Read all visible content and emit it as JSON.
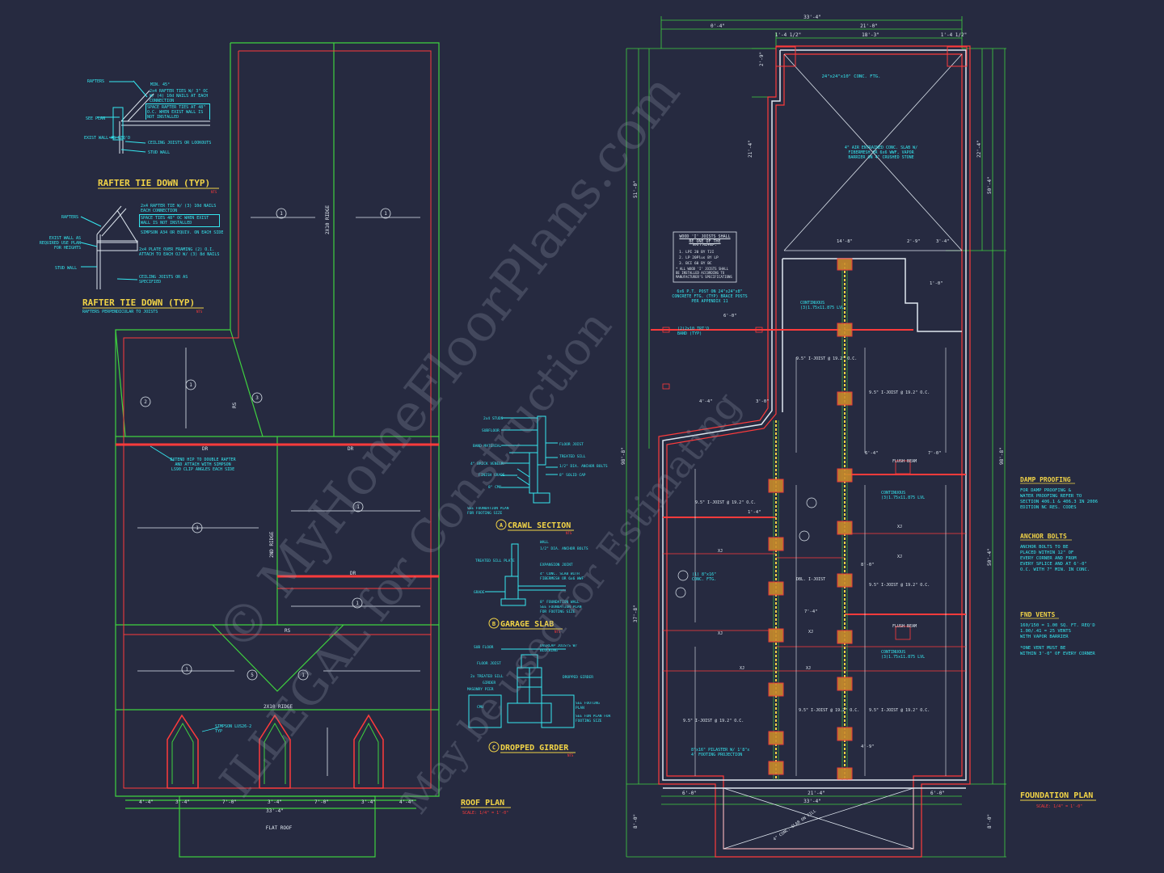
{
  "colors": {
    "background": "#262a40",
    "green": "#3fd23f",
    "red": "#ff3b3b",
    "cyan": "#35e8f0",
    "yellow": "#f2d447",
    "white": "#dfe7ef",
    "orange": "#f0a030"
  },
  "watermark": {
    "line1": "© MyHomeFloorPlans.com",
    "line2": "ILLEGAL for Construction",
    "line3": "May be used for Estimating"
  },
  "rafter_tie_1": {
    "title": "RAFTER TIE DOWN (TYP)",
    "scale": "NTS",
    "notes": [
      "RAFTERS",
      "SEE PLAN",
      "EXIST WALL AS REQ'D",
      "MIN. 45°",
      "2x4 RAFTER TIES W/ 3\" OC W/ (4) 10d NAILS AT EACH CONNECTION",
      "SPACE RAFTER TIES AT 48\" O.C. WHEN EXIST WALL IS NOT INSTALLED",
      "CEILING JOISTS OR LOOKOUTS",
      "STUD WALL"
    ]
  },
  "rafter_tie_2": {
    "title": "RAFTER TIE DOWN (TYP)",
    "subtitle": "RAFTERS PERPENDICULAR TO JOISTS",
    "scale": "NTS",
    "notes": [
      "RAFTERS",
      "EXIST WALL AS REQUIRED USE PLAN FOR HEIGHTS",
      "STUD WALL",
      "2x4 RAFTER TIE W/ (3) 10d NAILS EACH CONNECTION",
      "SPACE TIES 48\" OC WHEN EXIST WALL IS NOT INSTALLED",
      "SIMPSON A34 OR EQUIV. ON EACH SIDE",
      "2x4 PLATE OVER FRAMING (2) O.I. ATTACH TO EACH OJ W/ (3) 8d NAILS",
      "CEILING JOISTS OR AS SPECIFIED"
    ]
  },
  "roof_plan": {
    "title": "ROOF PLAN",
    "scale": "SCALE: 1/4\" = 1'-0\"",
    "ridge_labels": [
      "2X10 RIDGE",
      "2ND RIDGE",
      "2X10 RIDGE"
    ],
    "labels": [
      "DR",
      "DR",
      "DR",
      "RS",
      "RS"
    ],
    "hip_note": "EXTEND HIP TO DOUBLE RAFTER AND ATTACH WITH SIMPSON LS90 CLIP ANGLES EACH SIDE",
    "simpson_note": "SIMPSON LUS26-2 TYP",
    "dimensions": [
      "4'-4\"",
      "3'-4\"",
      "7'-0\"",
      "3'-4\"",
      "7'-0\"",
      "3'-4\"",
      "4'-4\""
    ],
    "overall_dim": "33'-4\"",
    "flat_roof": "FLAT ROOF",
    "callouts": [
      "1",
      "1",
      "1",
      "1",
      "1",
      "1",
      "1",
      "1",
      "2",
      "3",
      "5"
    ]
  },
  "crawl_section": {
    "title": "CRAWL SECTION",
    "marker": "A",
    "scale": "NTS",
    "notes": [
      "2x4 STUDS",
      "SUBFLOOR",
      "BAND MATERIAL",
      "FLOOR JOIST",
      "TREATED SILL",
      "1/2\" DIA. ANCHOR BOLTS",
      "4\" BRICK VENEER",
      "FINISH GRADE",
      "8\" SOLID CAP",
      "8\" CMU",
      "SEE FOUNDATION PLAN FOR FOOTING SIZE"
    ]
  },
  "garage_slab": {
    "title": "GARAGE SLAB",
    "marker": "B",
    "scale": "NTS",
    "notes": [
      "WALL",
      "1/2\" DIA. ANCHOR BOLTS",
      "TREATED SILL PLATE",
      "EXPANSION JOINT",
      "4\" CONC. SLAB WITH FIBERMESH OR 6x6 WWF",
      "GRADE",
      "8\" FOUNDATION WALL",
      "SEE FOUNDATION PLAN FOR FOOTING SIZE"
    ]
  },
  "dropped_girder": {
    "title": "DROPPED GIRDER",
    "marker": "C",
    "scale": "NTS",
    "notes": [
      "SUB FLOOR",
      "FLOOR JOIST",
      "2x TREATED SILL",
      "GIRDER",
      "MASONRY PIER",
      "CMU",
      "OVERLAP JOISTS W/ BLOCKING",
      "DROPPED GIRDER",
      "SEE FOOTING PLAN",
      "SEE FDN PLAN FOR FOOTING SIZE"
    ]
  },
  "foundation_plan": {
    "title": "FOUNDATION PLAN",
    "scale": "SCALE: 1/4\" = 1'-0\"",
    "top_dims": [
      "33'-4\"",
      "0'-4\"",
      "21'-0\"",
      "1'-4 1/2\"",
      "18'-3\"",
      "1'-4 1/2\""
    ],
    "bottom_dims": [
      "6'-0\"",
      "21'-4\"",
      "6'-0\"",
      "33'-4\""
    ],
    "left_dims": [
      "51'-0\"",
      "37'-8\"",
      "98'-8\"",
      "2'-9\"",
      "21'-4\"",
      "8'-0\""
    ],
    "right_dims": [
      "22'-4\"",
      "50'-4\"",
      "98'-8\"",
      "50'-4\"",
      "8'-0\""
    ],
    "conc_ftg": "24\"x24\"x10\" CONC. FTG.",
    "slab_note": "4\" AIR ENTRAINED CONC. SLAB W/ FIBERMESH OR 6x6 WWF, VAPOR BARRIER ON 4\" CRUSHED STONE",
    "joist_box_title": "WOOD 'I' JOISTS SHALL BE ONE OF THE FOLLOWING:",
    "joist_box_lines": [
      "1. LPI 20 BY TJI",
      "2. LP 20Plus BY LP",
      "3. BCI 60 BY BC",
      "* ALL WOOD 'I' JOISTS SHALL BE INSTALLED ACCORDING TO MANUFACTURER'S SPECIFICATIONS"
    ],
    "post_note": "6x6 P.T. POST ON 24\"x24\"x8\" CONCRETE FTG. (TYP) BRACE POSTS PER APPENDIX 11",
    "band_note": "(2)2x10 TRT'D BAND (TYP)",
    "continuous_lvl": "CONTINUOUS (3)1.75x11.875 LVL",
    "joist_labels": [
      "9.5\" I-JOIST @ 19.2\" O.C.",
      "9.5\" I-JOIST @ 19.2\" O.C.",
      "9.5\" I-JOIST @ 19.2\" O.C.",
      "9.5\" I-JOIST @ 19.2\" O.C.",
      "9.5\" I-JOIST @ 19.2\" O.C.",
      "9.5\" I-JOIST @ 19.2\" O.C.",
      "9.5\" I-JOIST @ 19.2\" O.C."
    ],
    "xj": "XJ",
    "flush_beam": "FLUSH BEAM",
    "dbl_joist": "DBL. I-JOIST",
    "pier_note": "8\"x16\" PILASTER W/ 1'8\"x 4' FOOTING PROJECTION",
    "conc_ftg2": "(1) 8\"x16\" CONC. FTG.",
    "garage_slab_note": "4\" CONC. SLAB ON FILL",
    "small_dims": [
      "14'-8\"",
      "3'-4\"",
      "2'-9\"",
      "4'-4\"",
      "3'-0\"",
      "7'-0\"",
      "7'-4\"",
      "6'-4\"",
      "8'-0\"",
      "1'-0\"",
      "4'-9\"",
      "6'-0\"",
      "1'-4\""
    ]
  },
  "notes": {
    "damp_title": "DAMP PROOFING",
    "damp_text": [
      "FOR DAMP PROOFING &",
      "WATER PROOFING REFER TO",
      "SECTION 406.1 & 406.3 IN 2006",
      "EDITION NC RES. CODES"
    ],
    "anchor_title": "ANCHOR BOLTS",
    "anchor_text": [
      "ANCHOR BOLTS TO BE",
      "PLACED WITHIN 12\" OF",
      "EVERY CORNER AND FROM",
      "EVERY SPLICE AND AT 6'-0\"",
      "O.C. WITH 7\" MIN. IN CONC."
    ],
    "vents_title": "FND VENTS",
    "vents_text": [
      "160/150 = 1.00 SQ. FT. REQ'D",
      "1.00/.41 = 25 VENTS",
      "WITH VAPOR BARRIER",
      "",
      "*ONE VENT MUST BE",
      "WITHIN 3'-0\" OF EVERY CORNER"
    ]
  }
}
